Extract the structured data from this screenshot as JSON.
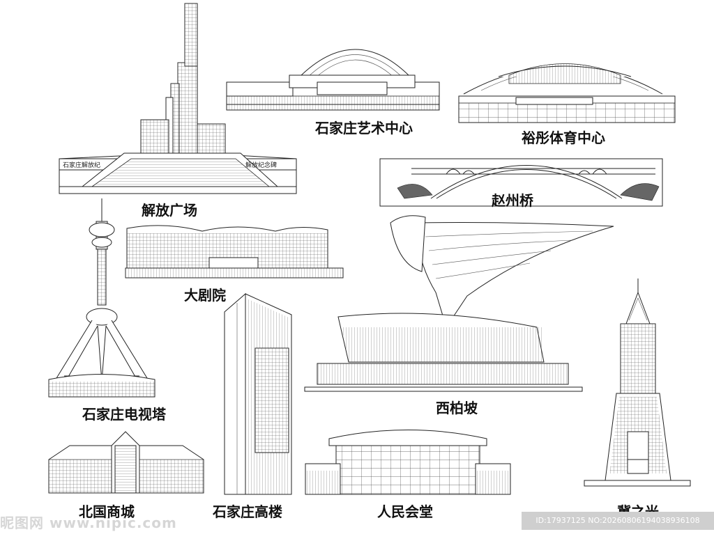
{
  "landmarks": {
    "liberation_square": "解放广场",
    "art_center": "石家庄艺术中心",
    "yutong_sports_center": "裕彤体育中心",
    "zhaozhou_bridge": "赵州桥",
    "grand_theater": "大剧院",
    "tv_tower": "石家庄电视塔",
    "xibaipo": "西柏坡",
    "beiguo_mall": "北国商城",
    "tall_building": "石家庄高楼",
    "peoples_hall": "人民会堂",
    "light_of_hebei": "冀之光"
  },
  "signs": {
    "square_left": "石家庄解放纪",
    "square_right": "解放纪念碑"
  },
  "watermark": {
    "text": "昵图网 www.nipic.com",
    "id_text": "ID:17937125 NO:20260806194038936108"
  },
  "colors": {
    "line": "#222222",
    "background": "#ffffff",
    "id_bar": "#cfcfcf"
  }
}
